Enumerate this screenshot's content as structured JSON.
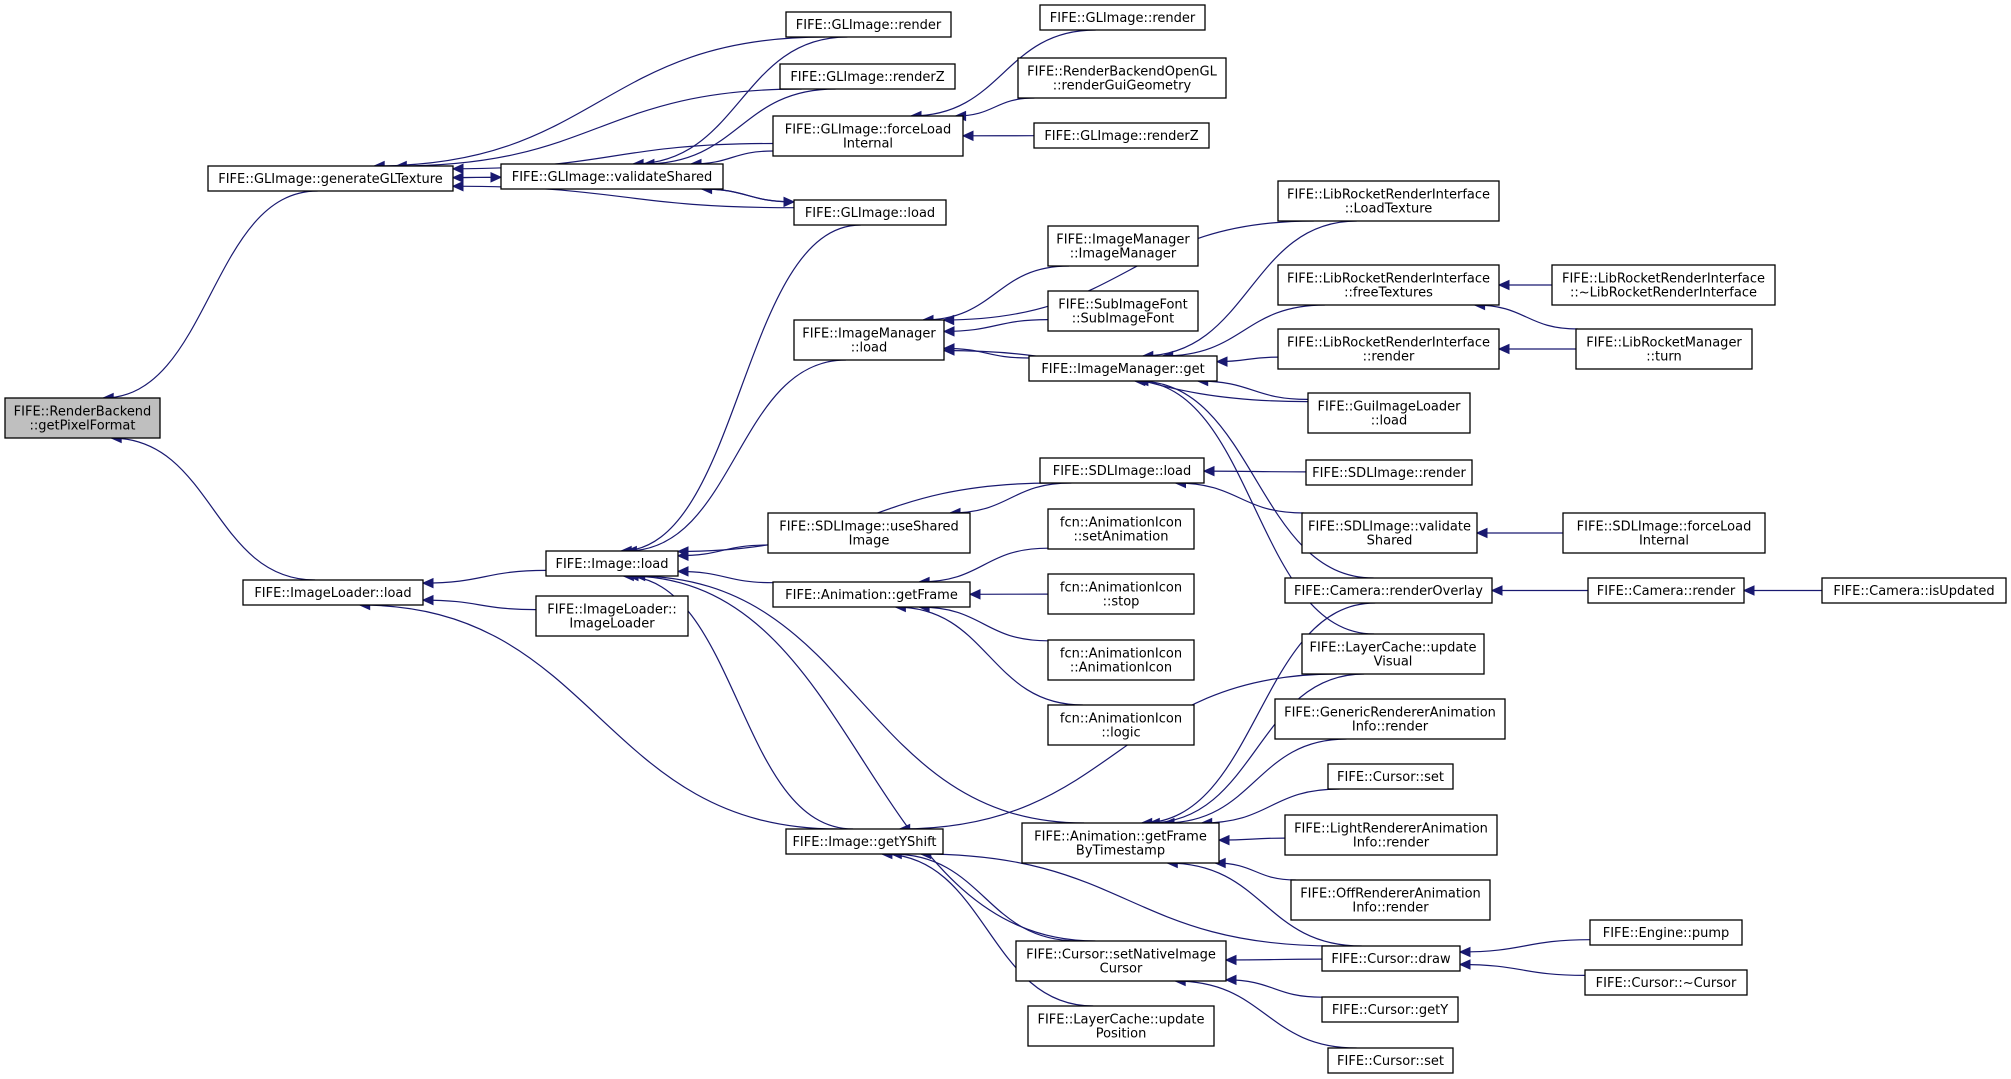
{
  "graph": {
    "nodes": [
      {
        "id": "root",
        "lines": [
          "FIFE::RenderBackend",
          "::getPixelFormat"
        ],
        "root": true
      },
      {
        "id": "genGL",
        "lines": [
          "FIFE::GLImage::generateGLTexture"
        ]
      },
      {
        "id": "imgLoaderLoad",
        "lines": [
          "FIFE::ImageLoader::load"
        ]
      },
      {
        "id": "glRender1",
        "lines": [
          "FIFE::GLImage::render"
        ]
      },
      {
        "id": "glRenderZ1",
        "lines": [
          "FIFE::GLImage::renderZ"
        ]
      },
      {
        "id": "glForceLoad",
        "lines": [
          "FIFE::GLImage::forceLoad",
          "Internal"
        ]
      },
      {
        "id": "glValidate",
        "lines": [
          "FIFE::GLImage::validateShared"
        ]
      },
      {
        "id": "glLoad",
        "lines": [
          "FIFE::GLImage::load"
        ]
      },
      {
        "id": "glRender2",
        "lines": [
          "FIFE::GLImage::render"
        ]
      },
      {
        "id": "rbOpenGL",
        "lines": [
          "FIFE::RenderBackendOpenGL",
          "::renderGuiGeometry"
        ]
      },
      {
        "id": "glRenderZ2",
        "lines": [
          "FIFE::GLImage::renderZ"
        ]
      },
      {
        "id": "imageLoad",
        "lines": [
          "FIFE::Image::load"
        ]
      },
      {
        "id": "imgLoaderCtor",
        "lines": [
          "FIFE::ImageLoader::",
          "ImageLoader"
        ]
      },
      {
        "id": "getYShift",
        "lines": [
          "FIFE::Image::getYShift"
        ]
      },
      {
        "id": "imMgrLoad",
        "lines": [
          "FIFE::ImageManager",
          "::load"
        ]
      },
      {
        "id": "imMgrCtor",
        "lines": [
          "FIFE::ImageManager",
          "::ImageManager"
        ]
      },
      {
        "id": "subImgFont",
        "lines": [
          "FIFE::SubImageFont",
          "::SubImageFont"
        ]
      },
      {
        "id": "imMgrGet",
        "lines": [
          "FIFE::ImageManager::get"
        ]
      },
      {
        "id": "sdlLoad",
        "lines": [
          "FIFE::SDLImage::load"
        ]
      },
      {
        "id": "sdlUseShared",
        "lines": [
          "FIFE::SDLImage::useShared",
          "Image"
        ]
      },
      {
        "id": "animGetFrame",
        "lines": [
          "FIFE::Animation::getFrame"
        ]
      },
      {
        "id": "animSetAnim",
        "lines": [
          "fcn::AnimationIcon",
          "::setAnimation"
        ]
      },
      {
        "id": "animStop",
        "lines": [
          "fcn::AnimationIcon",
          "::stop"
        ]
      },
      {
        "id": "animIconCtor",
        "lines": [
          "fcn::AnimationIcon",
          "::AnimationIcon"
        ]
      },
      {
        "id": "animLogic",
        "lines": [
          "fcn::AnimationIcon",
          "::logic"
        ]
      },
      {
        "id": "animFrameTs",
        "lines": [
          "FIFE::Animation::getFrame",
          "ByTimestamp"
        ]
      },
      {
        "id": "cursorSetNative",
        "lines": [
          "FIFE::Cursor::setNativeImage",
          "Cursor"
        ]
      },
      {
        "id": "layerUpdPos",
        "lines": [
          "FIFE::LayerCache::update",
          "Position"
        ]
      },
      {
        "id": "lrLoadTex",
        "lines": [
          "FIFE::LibRocketRenderInterface",
          "::LoadTexture"
        ]
      },
      {
        "id": "lrFreeTex",
        "lines": [
          "FIFE::LibRocketRenderInterface",
          "::freeTextures"
        ]
      },
      {
        "id": "lrDtor",
        "lines": [
          "FIFE::LibRocketRenderInterface",
          "::~LibRocketRenderInterface"
        ]
      },
      {
        "id": "lrRender",
        "lines": [
          "FIFE::LibRocketRenderInterface",
          "::render"
        ]
      },
      {
        "id": "lrMgrTurn",
        "lines": [
          "FIFE::LibRocketManager",
          "::turn"
        ]
      },
      {
        "id": "guiImgLoad",
        "lines": [
          "FIFE::GuiImageLoader",
          "::load"
        ]
      },
      {
        "id": "sdlRender",
        "lines": [
          "FIFE::SDLImage::render"
        ]
      },
      {
        "id": "sdlValidate",
        "lines": [
          "FIFE::SDLImage::validate",
          "Shared"
        ]
      },
      {
        "id": "sdlForceLoad",
        "lines": [
          "FIFE::SDLImage::forceLoad",
          "Internal"
        ]
      },
      {
        "id": "camRenderOverlay",
        "lines": [
          "FIFE::Camera::renderOverlay"
        ]
      },
      {
        "id": "camRender",
        "lines": [
          "FIFE::Camera::render"
        ]
      },
      {
        "id": "camIsUpdated",
        "lines": [
          "FIFE::Camera::isUpdated"
        ]
      },
      {
        "id": "layerUpdVisual",
        "lines": [
          "FIFE::LayerCache::update",
          "Visual"
        ]
      },
      {
        "id": "genericRender",
        "lines": [
          "FIFE::GenericRendererAnimation",
          "Info::render"
        ]
      },
      {
        "id": "cursorSet1",
        "lines": [
          "FIFE::Cursor::set"
        ]
      },
      {
        "id": "lightRender",
        "lines": [
          "FIFE::LightRendererAnimation",
          "Info::render"
        ]
      },
      {
        "id": "offRender",
        "lines": [
          "FIFE::OffRendererAnimation",
          "Info::render"
        ]
      },
      {
        "id": "cursorDraw",
        "lines": [
          "FIFE::Cursor::draw"
        ]
      },
      {
        "id": "enginePump",
        "lines": [
          "FIFE::Engine::pump"
        ]
      },
      {
        "id": "cursorDtor",
        "lines": [
          "FIFE::Cursor::~Cursor"
        ]
      },
      {
        "id": "cursorGetY",
        "lines": [
          "FIFE::Cursor::getY"
        ]
      },
      {
        "id": "cursorSet2",
        "lines": [
          "FIFE::Cursor::set"
        ]
      }
    ],
    "edges": [
      [
        "root",
        "genGL"
      ],
      [
        "root",
        "imgLoaderLoad"
      ],
      [
        "genGL",
        "glRender1"
      ],
      [
        "genGL",
        "glRenderZ1"
      ],
      [
        "genGL",
        "glForceLoad"
      ],
      [
        "genGL",
        "glValidate"
      ],
      [
        "genGL",
        "glLoad"
      ],
      [
        "glValidate",
        "genGL"
      ],
      [
        "glValidate",
        "glRender1"
      ],
      [
        "glValidate",
        "glRenderZ1"
      ],
      [
        "glValidate",
        "glForceLoad"
      ],
      [
        "glValidate",
        "glLoad"
      ],
      [
        "glLoad",
        "glValidate"
      ],
      [
        "glForceLoad",
        "glRender2"
      ],
      [
        "glForceLoad",
        "rbOpenGL"
      ],
      [
        "glForceLoad",
        "glRenderZ2"
      ],
      [
        "imgLoaderLoad",
        "imageLoad"
      ],
      [
        "imgLoaderLoad",
        "imgLoaderCtor"
      ],
      [
        "imgLoaderLoad",
        "getYShift"
      ],
      [
        "imageLoad",
        "glLoad"
      ],
      [
        "imageLoad",
        "imMgrLoad"
      ],
      [
        "imageLoad",
        "sdlLoad"
      ],
      [
        "imageLoad",
        "sdlUseShared"
      ],
      [
        "imageLoad",
        "animGetFrame"
      ],
      [
        "imageLoad",
        "animFrameTs"
      ],
      [
        "imageLoad",
        "getYShift"
      ],
      [
        "imageLoad",
        "cursorSetNative"
      ],
      [
        "imMgrLoad",
        "lrLoadTex"
      ],
      [
        "imMgrLoad",
        "imMgrCtor"
      ],
      [
        "imMgrLoad",
        "subImgFont"
      ],
      [
        "imMgrLoad",
        "imMgrGet"
      ],
      [
        "imMgrLoad",
        "guiImgLoad"
      ],
      [
        "imMgrGet",
        "lrLoadTex"
      ],
      [
        "imMgrGet",
        "lrFreeTex"
      ],
      [
        "imMgrGet",
        "lrRender"
      ],
      [
        "imMgrGet",
        "guiImgLoad"
      ],
      [
        "imMgrGet",
        "camRenderOverlay"
      ],
      [
        "imMgrGet",
        "layerUpdVisual"
      ],
      [
        "lrFreeTex",
        "lrDtor"
      ],
      [
        "lrFreeTex",
        "lrMgrTurn"
      ],
      [
        "lrRender",
        "lrMgrTurn"
      ],
      [
        "sdlLoad",
        "sdlRender"
      ],
      [
        "sdlLoad",
        "sdlValidate"
      ],
      [
        "sdlUseShared",
        "sdlLoad"
      ],
      [
        "sdlValidate",
        "sdlForceLoad"
      ],
      [
        "animGetFrame",
        "animSetAnim"
      ],
      [
        "animGetFrame",
        "animStop"
      ],
      [
        "animGetFrame",
        "animIconCtor"
      ],
      [
        "animGetFrame",
        "animLogic"
      ],
      [
        "getYShift",
        "layerUpdVisual"
      ],
      [
        "getYShift",
        "cursorSetNative"
      ],
      [
        "getYShift",
        "cursorDraw"
      ],
      [
        "getYShift",
        "layerUpdPos"
      ],
      [
        "animFrameTs",
        "camRenderOverlay"
      ],
      [
        "animFrameTs",
        "layerUpdVisual"
      ],
      [
        "animFrameTs",
        "genericRender"
      ],
      [
        "animFrameTs",
        "cursorSet1"
      ],
      [
        "animFrameTs",
        "lightRender"
      ],
      [
        "animFrameTs",
        "offRender"
      ],
      [
        "animFrameTs",
        "cursorDraw"
      ],
      [
        "camRenderOverlay",
        "camRender"
      ],
      [
        "camRender",
        "camIsUpdated"
      ],
      [
        "cursorSetNative",
        "cursorDraw"
      ],
      [
        "cursorSetNative",
        "cursorGetY"
      ],
      [
        "cursorSetNative",
        "cursorSet2"
      ],
      [
        "cursorDraw",
        "enginePump"
      ],
      [
        "cursorDraw",
        "cursorDtor"
      ]
    ]
  }
}
